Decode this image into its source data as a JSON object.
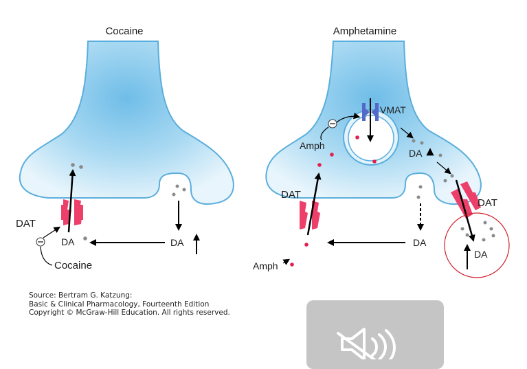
{
  "panels": {
    "cocaine": {
      "title": "Cocaine",
      "dat": "DAT",
      "da": "DA",
      "da_synapse": "DA",
      "drug": "Cocaine",
      "inhibit_symbol": "⊖"
    },
    "amphetamine": {
      "title": "Amphetamine",
      "vmat": "VMAT",
      "amph_cytosol": "Amph",
      "da_cytosol": "DA",
      "dat_left": "DAT",
      "dat_right": "DAT",
      "da_synapse": "DA",
      "da_out": "DA",
      "amph_outside": "Amph",
      "inhibit_symbol": "⊖"
    }
  },
  "source": {
    "line1": "Source: Bertram G. Katzung:",
    "line2": "Basic & Clinical Pharmacology, Fourteenth Edition",
    "line3": "Copyright © McGraw-Hill Education. All rights reserved."
  },
  "overlay": {
    "icon": "speaker-muted-icon"
  },
  "colors": {
    "neuron_fill": "#9fd4ef",
    "neuron_outline": "#5aaedc",
    "transporter": "#ec3f6a",
    "vmat": "#5468c8",
    "amph_dot": "#e0204e",
    "da_dot": "#8a8a8a",
    "highlight_circle": "#d0202a"
  }
}
